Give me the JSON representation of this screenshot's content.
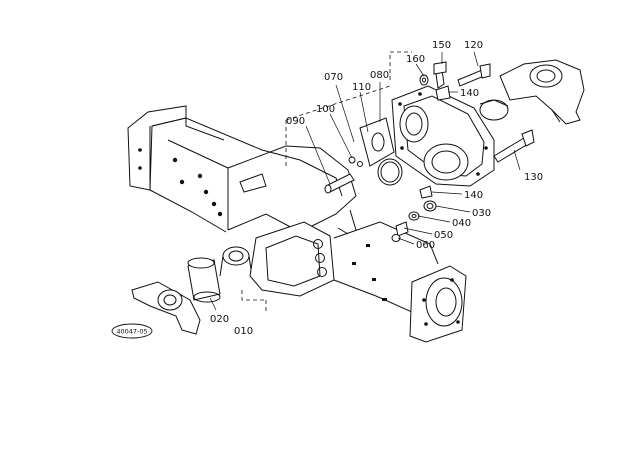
{
  "drawing_code": "40047-05",
  "labels": {
    "p010": "010",
    "p020": "020",
    "p030": "030",
    "p040": "040",
    "p050": "050",
    "p060": "060",
    "p070": "070",
    "p080": "080",
    "p090": "090",
    "p100": "100",
    "p110": "110",
    "p120": "120",
    "p130": "130",
    "p140a": "140",
    "p140b": "140",
    "p150": "150",
    "p160": "160"
  }
}
